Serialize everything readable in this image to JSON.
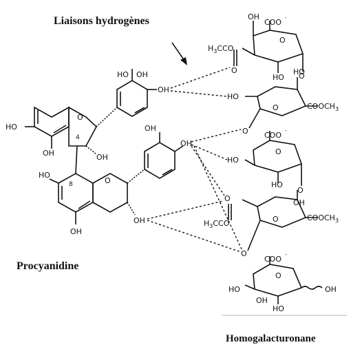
{
  "title": "Liaisons hydrogènes",
  "left_label": "Procyanidine",
  "right_label": "Homogalacturonane",
  "atoms": {
    "oh": "OH",
    "ho": "HO",
    "o": "O",
    "coo": "COO",
    "charge": "-",
    "cooch3": "COOCH",
    "h3cco": "H",
    "h3cco_sub": "3",
    "h3cco_tail": "CCO",
    "ch3_sub": "3",
    "c4": "4",
    "c8": "8"
  },
  "arrow_icon": "arrow-down-right-icon"
}
